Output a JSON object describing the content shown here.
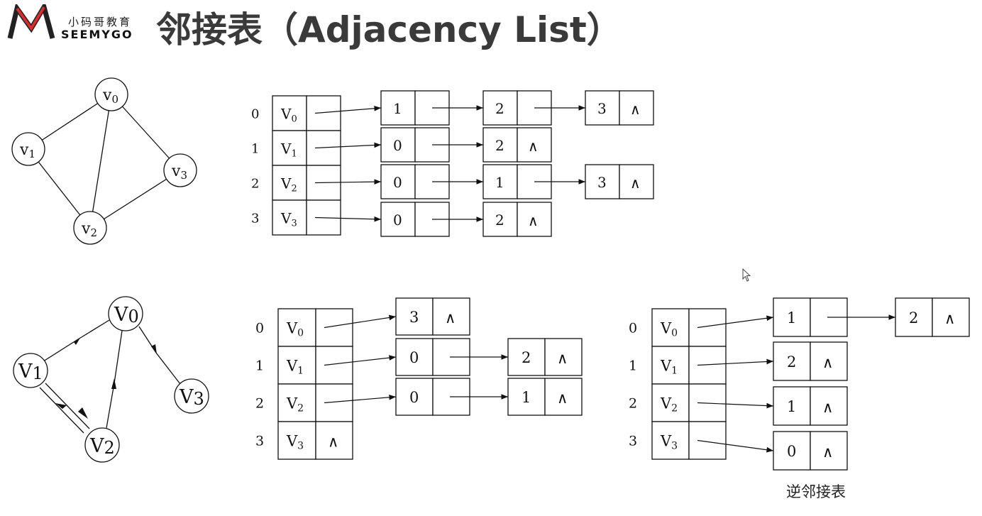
{
  "header": {
    "logo_cn": "小码哥教育",
    "logo_en": "SEEMYGO",
    "title": "邻接表（Adjacency List）"
  },
  "caption": "逆邻接表",
  "colors": {
    "ink": "#111111",
    "title": "#3a3a3a",
    "logo_red": "#d62e2e",
    "cursor": "#444444"
  },
  "undirected": {
    "vertices": [
      {
        "letter": "v",
        "sub": "0"
      },
      {
        "letter": "v",
        "sub": "1"
      },
      {
        "letter": "v",
        "sub": "3"
      },
      {
        "letter": "v",
        "sub": "2"
      }
    ],
    "rows": [
      {
        "index": "0",
        "letter": "V",
        "sub": "0",
        "nodes": [
          "1",
          "2",
          "3"
        ]
      },
      {
        "index": "1",
        "letter": "V",
        "sub": "1",
        "nodes": [
          "0",
          "2"
        ]
      },
      {
        "index": "2",
        "letter": "V",
        "sub": "2",
        "nodes": [
          "0",
          "1",
          "3"
        ]
      },
      {
        "index": "3",
        "letter": "V",
        "sub": "3",
        "nodes": [
          "0",
          "2"
        ]
      }
    ]
  },
  "directed": {
    "vertices": [
      {
        "letter": "V",
        "sub": "0"
      },
      {
        "letter": "V",
        "sub": "1"
      },
      {
        "letter": "V",
        "sub": "3"
      },
      {
        "letter": "V",
        "sub": "2"
      }
    ],
    "rows": [
      {
        "index": "0",
        "letter": "V",
        "sub": "0",
        "nodes": [
          "3"
        ]
      },
      {
        "index": "1",
        "letter": "V",
        "sub": "1",
        "nodes": [
          "0",
          "2"
        ]
      },
      {
        "index": "2",
        "letter": "V",
        "sub": "2",
        "nodes": [
          "0",
          "1"
        ]
      },
      {
        "index": "3",
        "letter": "V",
        "sub": "3",
        "nodes": []
      }
    ]
  },
  "inverse": {
    "rows": [
      {
        "index": "0",
        "letter": "V",
        "sub": "0",
        "nodes": [
          "1",
          "2"
        ]
      },
      {
        "index": "1",
        "letter": "V",
        "sub": "1",
        "nodes": [
          "2"
        ]
      },
      {
        "index": "2",
        "letter": "V",
        "sub": "2",
        "nodes": [
          "1"
        ]
      },
      {
        "index": "3",
        "letter": "V",
        "sub": "3",
        "nodes": [
          "0"
        ]
      }
    ]
  },
  "null_symbol": "∧"
}
